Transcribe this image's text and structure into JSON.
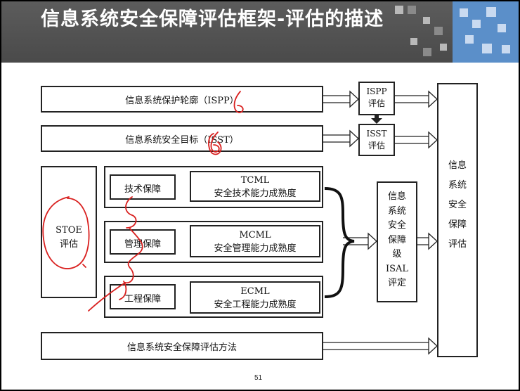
{
  "slide": {
    "title": "信息系统安全保障评估框架-评估的描述",
    "page_number": "51"
  },
  "diagram": {
    "ispp_profile": "信息系统保护轮廓（ISPP）",
    "isst_target": "信息系统安全目标（ISST）",
    "ispp_eval": "ISPP\n评估",
    "isst_eval": "ISST\n评估",
    "stoe_eval": "STOE\n评估",
    "tech_assurance": "技术保障",
    "mgmt_assurance": "管理保障",
    "eng_assurance": "工程保障",
    "tcml": "TCML\n安全技术能力成熟度",
    "mcml": "MCML\n安全管理能力成熟度",
    "ecml": "ECML\n安全工程能力成熟度",
    "isal": "信息\n系统\n安全\n保障\n级\nISAL\n评定",
    "final_eval": "信息\n系统\n安全\n保障\n评估",
    "method": "信息系统安全保障评估方法"
  },
  "colors": {
    "annotation": "#d9201f",
    "title_bar": "#4f4f4f",
    "accent_block": "#5b8fc9"
  }
}
